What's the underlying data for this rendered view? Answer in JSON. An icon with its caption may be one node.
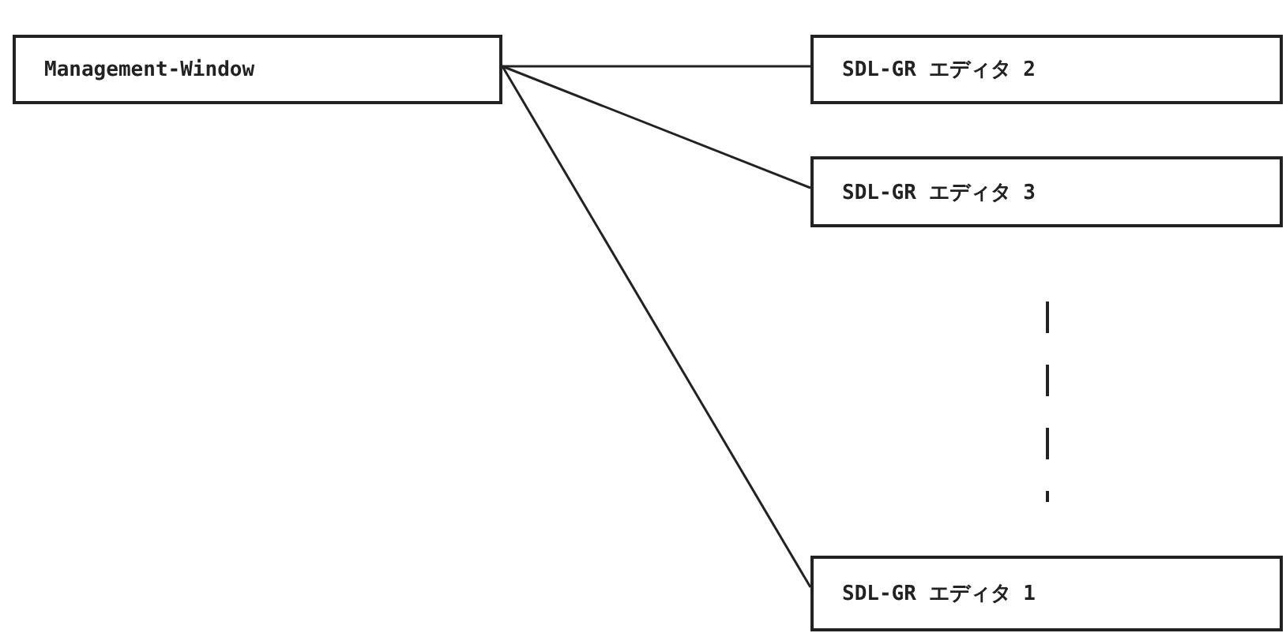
{
  "diagram": {
    "nodes": [
      {
        "text": [
          "Management-Window"
        ]
      },
      {
        "text": [
          "SDL-GR エディタ 2"
        ]
      },
      {
        "text": [
          "SDL-GR エディタ 3"
        ]
      },
      {
        "text": [
          "SDL-GR エディタ 1"
        ]
      }
    ],
    "edges": [
      {
        "from": 0,
        "to": 1,
        "arrow": "none"
      },
      {
        "from": 0,
        "to": 2,
        "arrow": "none"
      },
      {
        "from": 0,
        "to": 3,
        "arrow": "none"
      }
    ]
  }
}
